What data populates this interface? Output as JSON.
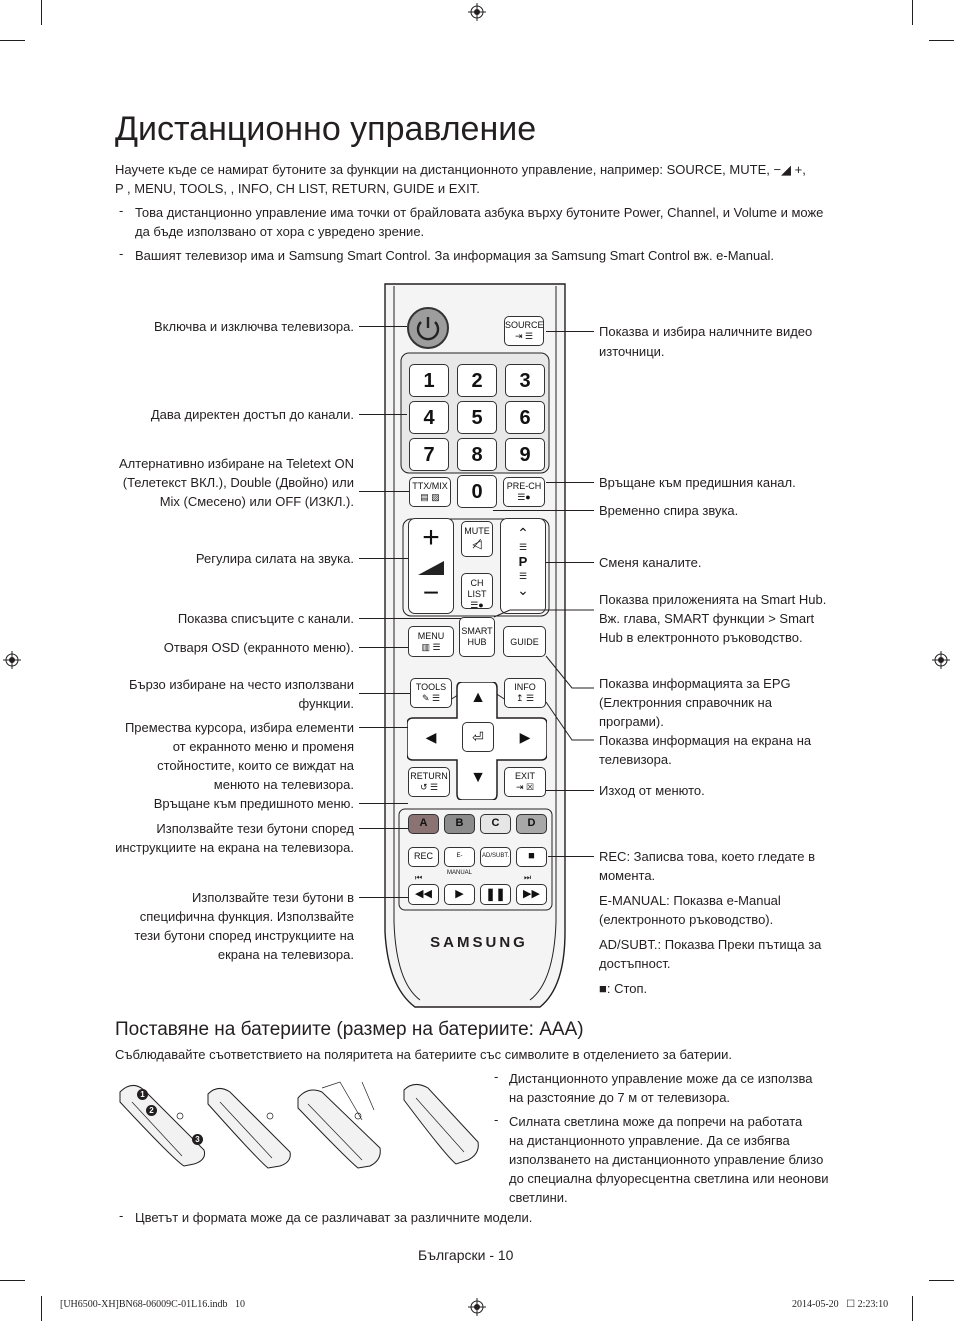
{
  "page": {
    "title": "Дистанционно управление",
    "intro_line1": "Научете къде се намират бутоните за функции на дистанционното управление, например: SOURCE, MUTE, −◢ +,",
    "intro_line2": "P , MENU, TOOLS, , INFO, CH LIST, RETURN, GUIDE и EXIT.",
    "note1_line1": "Това дистанционно управление има точки от брайловата азбука върху бутоните Power, Channel, и Volume и може",
    "note1_line2": "да бъде използвано от хора с увредено зрение.",
    "note2": "Вашият телевизор има и Samsung Smart Control. За информация за Samsung Smart Control вж. e-Manual.",
    "dash": "-"
  },
  "labels_left": {
    "power": "Включва и изключва телевизора.",
    "numbers": "Дава директен достъп до канали.",
    "ttx_1": "Алтернативно избиране на Teletext ON",
    "ttx_2": "(Телетекст ВКЛ.), Double (Двойно) или",
    "ttx_3": "Mix (Смесено) или OFF (ИЗКЛ.).",
    "volume": "Регулира силата на звука.",
    "chlist": "Показва списъците с канали.",
    "menu": "Отваря OSD (екранното меню).",
    "tools_1": "Бързо избиране на често използвани",
    "tools_2": "функции.",
    "cursor_1": "Премества курсора, избира елементи",
    "cursor_2": "от екранното меню и променя",
    "cursor_3": "стойностите, които се виждат на",
    "cursor_4": "менюто на телевизора.",
    "return": "Връщане към предишното меню.",
    "color_1": "Използвайте тези бутони според",
    "color_2": "инструкциите на екрана на телевизора.",
    "special_1": "Използвайте тези бутони в",
    "special_2": "специфична функция. Използвайте",
    "special_3": "тези бутони според инструкциите на",
    "special_4": "екрана на телевизора."
  },
  "labels_right": {
    "source_1": "Показва и избира наличните видео",
    "source_2": "източници.",
    "prech": "Връщане към предишния канал.",
    "mute": "Временно спира звука.",
    "channel": "Сменя каналите.",
    "smarthub_1": "Показва приложенията на Smart Hub.",
    "smarthub_2": "Вж. глава, SMART функции > Smart",
    "smarthub_3": "Hub в електронното ръководство.",
    "guide_1": "Показва информацията за EPG",
    "guide_2": "(Електронния справочник на",
    "guide_3": "програми).",
    "info_1": "Показва информация на екрана на",
    "info_2": "телевизора.",
    "exit": "Изход от менюто.",
    "rec_1": "REC: Записва това, което гледате в",
    "rec_2": "момента.",
    "emanual_1": "E-MANUAL: Показва e-Manual",
    "emanual_2": "(електронното ръководство).",
    "adsubt_1": "AD/SUBT.: Показва Преки пътища за",
    "adsubt_2": "достъпност.",
    "stop": "■: Стоп."
  },
  "remote": {
    "source": "SOURCE",
    "digits": [
      "1",
      "2",
      "3",
      "4",
      "5",
      "6",
      "7",
      "8",
      "9",
      "0"
    ],
    "ttx": "TTX/MIX",
    "prech": "PRE-CH",
    "mute": "MUTE",
    "chlist": "CH LIST",
    "p": "P",
    "menu": "MENU",
    "smart": "SMART",
    "hub": "HUB",
    "guide": "GUIDE",
    "tools": "TOOLS",
    "info": "INFO",
    "return": "RETURN",
    "exit": "EXIT",
    "colors": [
      "A",
      "B",
      "C",
      "D"
    ],
    "rec": "REC",
    "emanual": "E-MANUAL",
    "adsubt": "AD/SUBT.",
    "brand": "SAMSUNG"
  },
  "battery": {
    "heading": "Поставяне на батериите (размер на батериите: AAA)",
    "instruction": "Съблюдавайте съответствието на поляритета на батериите със символите в отделението за батерии.",
    "note1_1": "Дистанционното управление може да се използва",
    "note1_2": "на разстояние до 7 м от телевизора.",
    "note2_1": "Силната светлина може да попречи на работата",
    "note2_2": "на дистанционното управление. Да се избягва",
    "note2_3": "използването на дистанционното управление близо",
    "note2_4": "до специална флуоресцентна светлина или неонови",
    "note2_5": "светлини.",
    "note3": "Цветът и формата може да се различават за различните модели.",
    "steps": [
      "1",
      "2",
      "3"
    ]
  },
  "footer": {
    "page_label": "Български - 10",
    "file": "[UH6500-XH]BN68-06009C-01L16.indb   10",
    "date": "2014-05-20   ☐ 2:23:10"
  }
}
